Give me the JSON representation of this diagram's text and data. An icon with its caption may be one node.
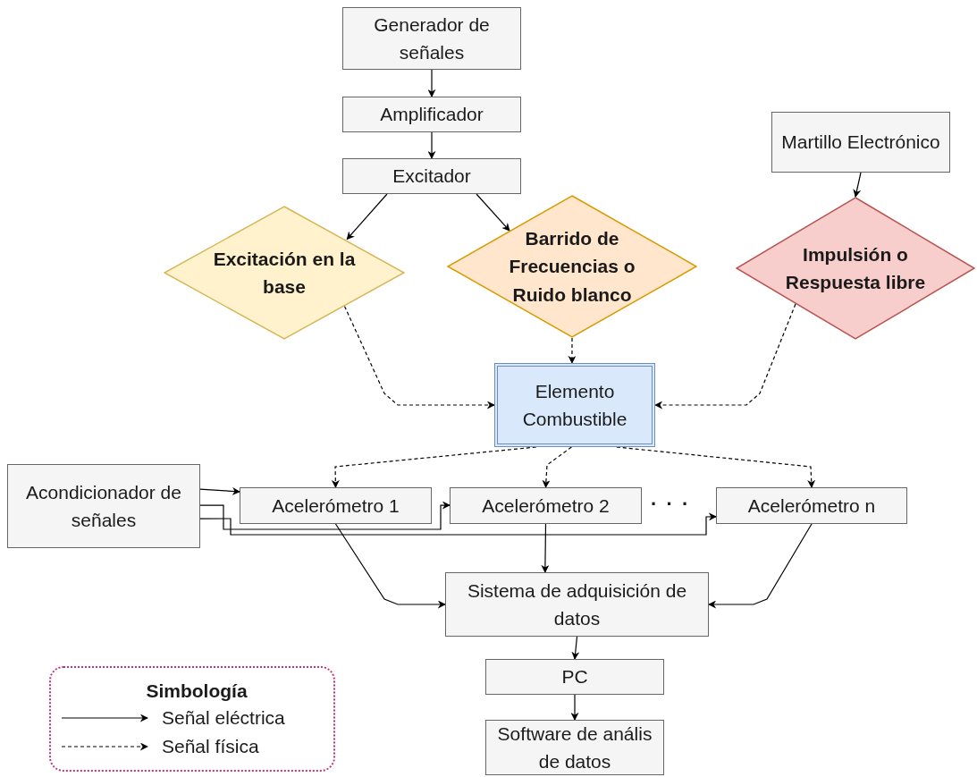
{
  "diagram": {
    "nodes": [
      {
        "text": [
          "Generador de señales"
        ]
      },
      {
        "text": [
          "Amplificador"
        ]
      },
      {
        "text": [
          "Excitador"
        ]
      },
      {
        "text": [
          "Martillo Electrónico"
        ]
      },
      {
        "text": [
          "Excitación en la base"
        ]
      },
      {
        "text": [
          "Barrido de Frecuencias o Ruido blanco"
        ]
      },
      {
        "text": [
          "Impulsión o Respuesta libre"
        ]
      },
      {
        "text": [
          "Elemento Combustible"
        ]
      },
      {
        "text": [
          "Acondicionador de señales"
        ]
      },
      {
        "text": [
          "Acelerómetro 1"
        ]
      },
      {
        "text": [
          "Acelerómetro 2"
        ]
      },
      {
        "text": [
          "Acelerómetro n"
        ]
      },
      {
        "text": [
          "Sistema de adquisición de datos"
        ]
      },
      {
        "text": [
          "PC"
        ]
      },
      {
        "text": [
          "Software de anális de datos"
        ]
      }
    ],
    "edges": [
      {
        "from": 0,
        "to": 1,
        "arrow": "to"
      },
      {
        "from": 1,
        "to": 2,
        "arrow": "to"
      },
      {
        "from": 2,
        "to": 4,
        "arrow": "to"
      },
      {
        "from": 2,
        "to": 5,
        "arrow": "to"
      },
      {
        "from": 3,
        "to": 6,
        "arrow": "to"
      },
      {
        "from": 4,
        "to": 7,
        "arrow": "to",
        "style": "dashed"
      },
      {
        "from": 5,
        "to": 7,
        "arrow": "to",
        "style": "dashed"
      },
      {
        "from": 6,
        "to": 7,
        "arrow": "to",
        "style": "dashed"
      },
      {
        "from": 7,
        "to": 9,
        "arrow": "to",
        "style": "dashed"
      },
      {
        "from": 7,
        "to": 10,
        "arrow": "to",
        "style": "dashed"
      },
      {
        "from": 7,
        "to": 11,
        "arrow": "to",
        "style": "dashed"
      },
      {
        "from": 8,
        "to": 9,
        "arrow": "to"
      },
      {
        "from": 8,
        "to": 10,
        "arrow": "to"
      },
      {
        "from": 8,
        "to": 11,
        "arrow": "to"
      },
      {
        "from": 9,
        "to": 12,
        "arrow": "to"
      },
      {
        "from": 10,
        "to": 12,
        "arrow": "to"
      },
      {
        "from": 11,
        "to": 12,
        "arrow": "to"
      },
      {
        "from": 12,
        "to": 13,
        "arrow": "to"
      },
      {
        "from": 13,
        "to": 14,
        "arrow": "to"
      }
    ],
    "labels": [
      "· · ·",
      "Simbología"
    ],
    "legend": [
      {
        "text": "Señal eléctrica"
      },
      {
        "text": "Señal física"
      }
    ]
  }
}
